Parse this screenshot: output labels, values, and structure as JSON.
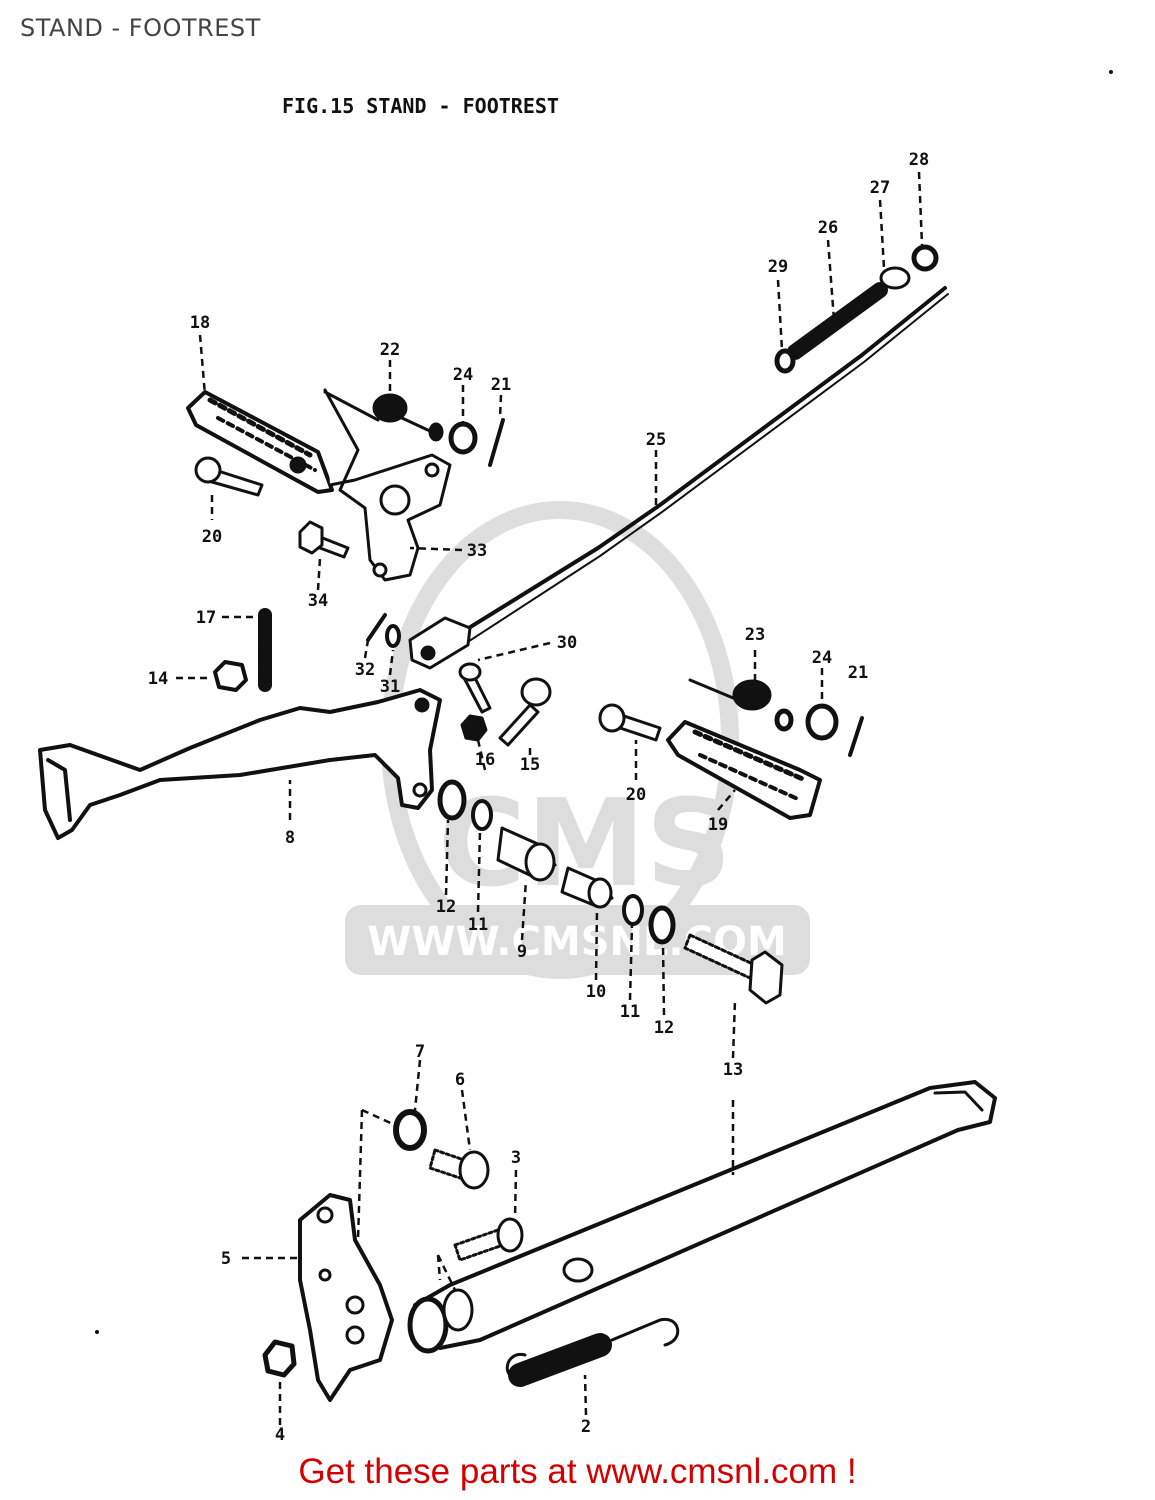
{
  "page": {
    "title": "STAND - FOOTREST",
    "footer": "Get these parts at www.cmsnl.com !"
  },
  "diagram": {
    "fig_title": "FIG.15  STAND - FOOTREST",
    "watermark": {
      "brand": "CMS",
      "url": "WWW.CMSNL.COM"
    },
    "callouts": [
      {
        "n": "28"
      },
      {
        "n": "27"
      },
      {
        "n": "26"
      },
      {
        "n": "29"
      },
      {
        "n": "18"
      },
      {
        "n": "22"
      },
      {
        "n": "24"
      },
      {
        "n": "21"
      },
      {
        "n": "25"
      },
      {
        "n": "20"
      },
      {
        "n": "33"
      },
      {
        "n": "34"
      },
      {
        "n": "17"
      },
      {
        "n": "14"
      },
      {
        "n": "32"
      },
      {
        "n": "31"
      },
      {
        "n": "30"
      },
      {
        "n": "23"
      },
      {
        "n": "24"
      },
      {
        "n": "21"
      },
      {
        "n": "15"
      },
      {
        "n": "16"
      },
      {
        "n": "20"
      },
      {
        "n": "19"
      },
      {
        "n": "8"
      },
      {
        "n": "12"
      },
      {
        "n": "11"
      },
      {
        "n": "9"
      },
      {
        "n": "10"
      },
      {
        "n": "11"
      },
      {
        "n": "12"
      },
      {
        "n": "13"
      },
      {
        "n": "7"
      },
      {
        "n": "6"
      },
      {
        "n": "3"
      },
      {
        "n": "5"
      },
      {
        "n": "4"
      },
      {
        "n": "2"
      }
    ]
  }
}
